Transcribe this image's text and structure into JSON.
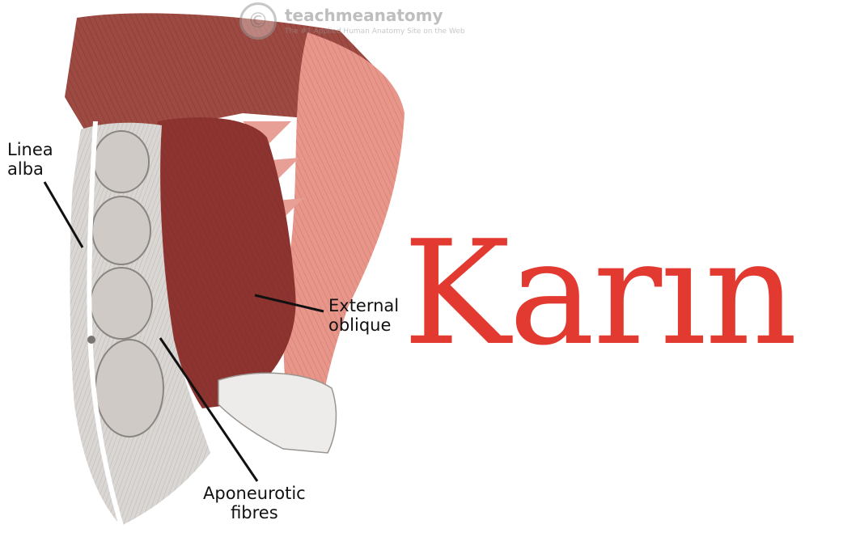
{
  "title": "Karın",
  "labels": {
    "linea_alba": [
      "Linea",
      "alba"
    ],
    "external_oblique": [
      "External",
      "oblique"
    ],
    "aponeurotic_fibres": [
      "Aponeurotic",
      "fibres"
    ]
  },
  "watermark": {
    "logo_symbol": "©",
    "name": "teachmeanatomy",
    "tagline": "The #1 Applied Human Anatomy Site on the Web"
  },
  "colors": {
    "title": "#e23a30",
    "muscle_red": "#8e3430",
    "muscle_pink": "#e8958a",
    "aponeurosis": "#d9d6d3",
    "label_text": "#111111"
  }
}
